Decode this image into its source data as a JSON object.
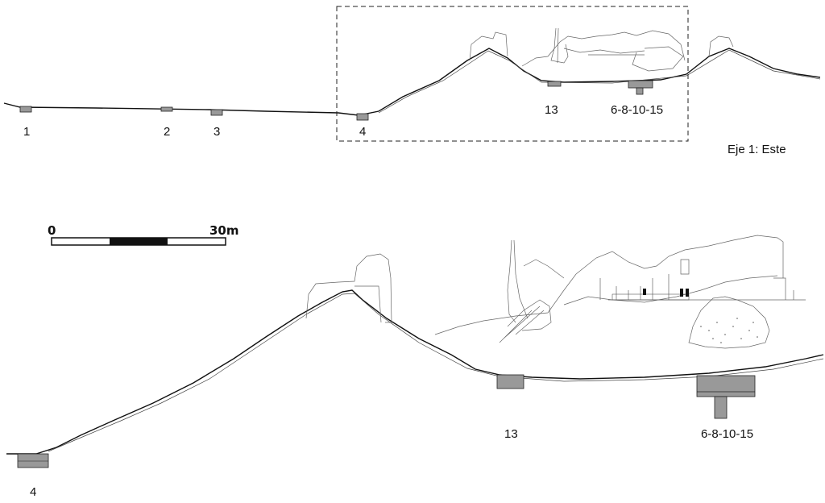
{
  "axis_title": "Eje 1: Este",
  "scale_bar": {
    "start_label": "0",
    "end_label": "30m",
    "segments": 3
  },
  "overview_sondages": [
    "1",
    "2",
    "3",
    "4",
    "13",
    "6-8-10-15"
  ],
  "detail_sondages": [
    "4",
    "13",
    "6-8-10-15"
  ]
}
